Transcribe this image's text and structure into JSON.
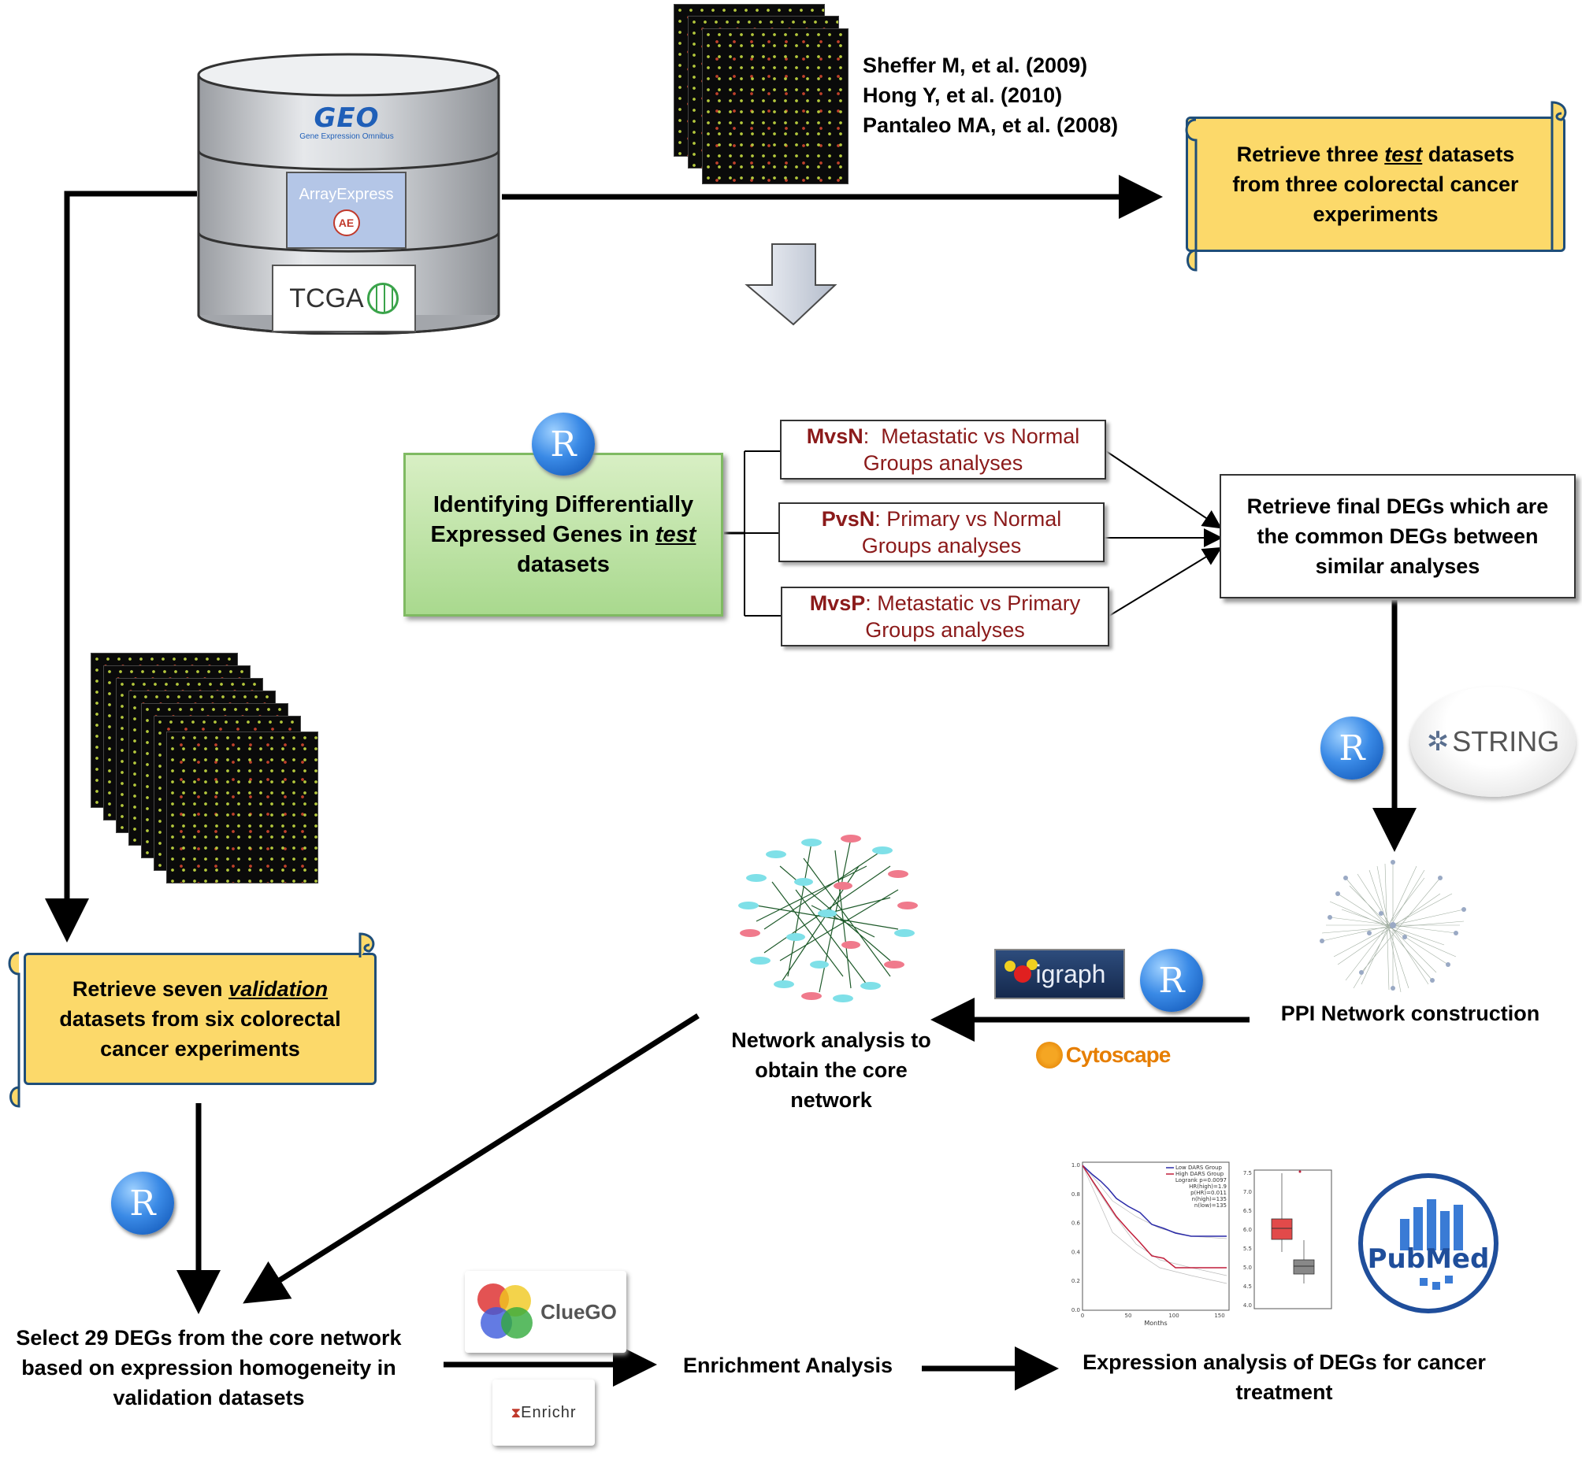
{
  "databases": {
    "geo": {
      "name": "GEO",
      "subtitle": "Gene Expression Omnibus"
    },
    "arrayexpress": {
      "name": "ArrayExpress",
      "badge": "AE"
    },
    "tcga": {
      "name": "TCGA"
    }
  },
  "citations": [
    "Sheffer M, et al. (2009)",
    "Hong Y, et al. (2010)",
    "Pantaleo MA, et al. (2008)"
  ],
  "test_box": {
    "pre": "Retrieve three ",
    "em": "test",
    "post": " datasets",
    "line2": "from three colorectal cancer",
    "line3": "experiments"
  },
  "validation_box": {
    "pre": "Retrieve seven ",
    "em": "validation",
    "line2": "datasets from six colorectal",
    "line3": "cancer experiments"
  },
  "deg_box": {
    "line1": "Identifying Differentially",
    "line2_pre": "Expressed Genes in ",
    "line2_em": "test",
    "line3": "datasets"
  },
  "analyses": [
    {
      "code": "MvsN",
      "sep": ":  ",
      "desc": "Metastatic vs Normal",
      "line2": "Groups analyses"
    },
    {
      "code": "PvsN",
      "sep": ": ",
      "desc": "Primary vs Normal",
      "line2": "Groups analyses"
    },
    {
      "code": "MvsP",
      "sep": ": ",
      "desc": "Metastatic vs Primary",
      "line2": "Groups analyses"
    }
  ],
  "final_degs": {
    "line1": "Retrieve final DEGs which are",
    "line2": "the common DEGs between",
    "line3": "similar analyses"
  },
  "tools": {
    "r": "R",
    "string": "STRING",
    "igraph": "igraph",
    "cytoscape": "Cytoscape",
    "cluego": "ClueGO",
    "enrichr": "Enrichr",
    "pubmed": "PubMed"
  },
  "ppi_label": "PPI Network construction",
  "network_label": {
    "line1": "Network analysis to",
    "line2": "obtain the core",
    "line3": "network"
  },
  "select_label": {
    "line1": "Select 29 DEGs from the core network",
    "line2": "based on expression homogeneity in",
    "line3": "validation datasets"
  },
  "enrichment_label": "Enrichment Analysis",
  "expression_label": {
    "line1": "Expression analysis of DEGs for cancer",
    "line2": "treatment"
  },
  "km_plot": {
    "legend": [
      "Low DARS Group",
      "High DARS Group"
    ],
    "stats": [
      "Logrank p=0.0097",
      "HR(high)=1.9",
      "p(HR)=0.011",
      "n(high)=135",
      "n(low)=135"
    ],
    "xlabel": "Months",
    "xticks": [
      "0",
      "50",
      "100",
      "150"
    ],
    "yticks": [
      "0.0",
      "0.2",
      "0.4",
      "0.6",
      "0.8",
      "1.0"
    ]
  },
  "boxplot": {
    "yticks": [
      "4.0",
      "4.5",
      "5.0",
      "5.5",
      "6.0",
      "6.5",
      "7.0",
      "7.5"
    ]
  },
  "colors": {
    "scroll": "#fcd96a",
    "green_box": "#a9d98e",
    "analysis_text": "#8b1a1a",
    "r_blue": "#1a63c9"
  }
}
